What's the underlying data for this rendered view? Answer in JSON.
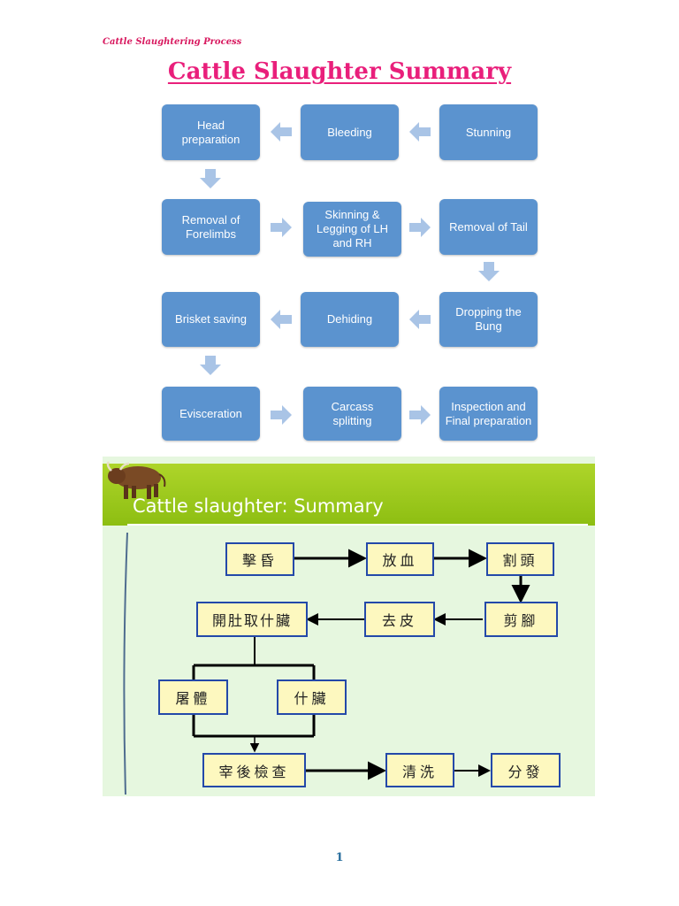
{
  "header": {
    "text": "Cattle Slaughtering Process"
  },
  "title": "Cattle Slaughter Summary",
  "flow_steps": {
    "stunning": "Stunning",
    "bleeding": "Bleeding",
    "head_preparation": "Head preparation",
    "removal_of_forelimbs": "Removal of Forelimbs",
    "skinning_legging": "Skinning & Legging of LH and RH",
    "removal_of_tail": "Removal of Tail",
    "dropping_the_bung": "Dropping the Bung",
    "dehiding": "Dehiding",
    "brisket_saving": "Brisket saving",
    "evisceration": "Evisceration",
    "carcass_splitting": "Carcass splitting",
    "inspection": "Inspection and Final preparation"
  },
  "chinese_panel": {
    "title": "Cattle slaughter: Summary",
    "boxes": {
      "stun": "擊昏",
      "bleed": "放血",
      "head": "割頭",
      "feet": "剪腳",
      "dehide": "去皮",
      "eviscerate": "開肚取什臟",
      "carcass": "屠體",
      "offal": "什臟",
      "inspect": "宰後檢查",
      "wash": "清洗",
      "distribute": "分發"
    }
  },
  "colors": {
    "flow_box": "#5b93cf",
    "arrow": "#a9c4e6",
    "title": "#e91f7b",
    "band": "#9cc81c",
    "panel_bg": "#e6f7df",
    "box_border": "#2449a9",
    "box_fill": "#fdf8bf"
  },
  "page_number": "1"
}
